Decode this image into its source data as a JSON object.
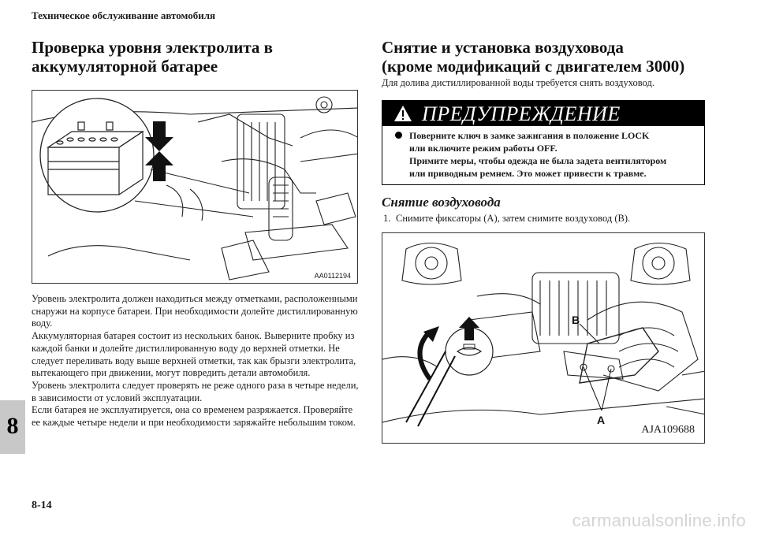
{
  "header": {
    "running_title": "Техническое обслуживание автомобиля"
  },
  "chapter": {
    "number": "8"
  },
  "footer": {
    "page_number": "8-14",
    "watermark": "carmanualsonline.info"
  },
  "left": {
    "title": "Проверка уровня электролита в аккумуляторной батарее",
    "figure_code": "AA0112194",
    "paragraphs": [
      "Уровень электролита должен находиться между отметками, расположенными снаружи на корпусе батареи. При необходимости долейте дистиллированную воду.",
      "Аккумуляторная батарея состоит из нескольких банок. Выверните пробку из каждой банки и долейте дистиллированную воду до верхней отметки. Не следует переливать воду выше верхней отметки, так как брызги электролита, вытекающего при движении, могут повредить детали автомобиля.",
      "Уровень электролита следует проверять не реже одного раза в четыре недели, в зависимости от условий эксплуатации.",
      "Если батарея не эксплуатируется, она со временем разряжается. Проверяйте ее каждые четыре недели и при необходимости заряжайте небольшим током."
    ]
  },
  "right": {
    "title_line1": "Снятие и установка воздуховода",
    "title_line2": "(кроме модификаций с двигателем 3000)",
    "intro": "Для долива дистиллированной воды требуется снять воздуховод.",
    "warning": {
      "title": "ПРЕДУПРЕЖДЕНИЕ",
      "icon": "warning-triangle-icon",
      "lines": [
        "Поверните ключ в замке зажигания в положение LOCK",
        "или включите режим работы OFF.",
        "Примите меры, чтобы одежда не была задета вентилятором",
        "или приводным ремнем. Это может привести к травме."
      ]
    },
    "subtitle": "Снятие воздуховода",
    "step_number": "1.",
    "step_text": "Снимите фиксаторы (A), затем снимите воздуховод (B).",
    "figure_code": "AJA109688",
    "label_a": "A",
    "label_b": "B"
  }
}
